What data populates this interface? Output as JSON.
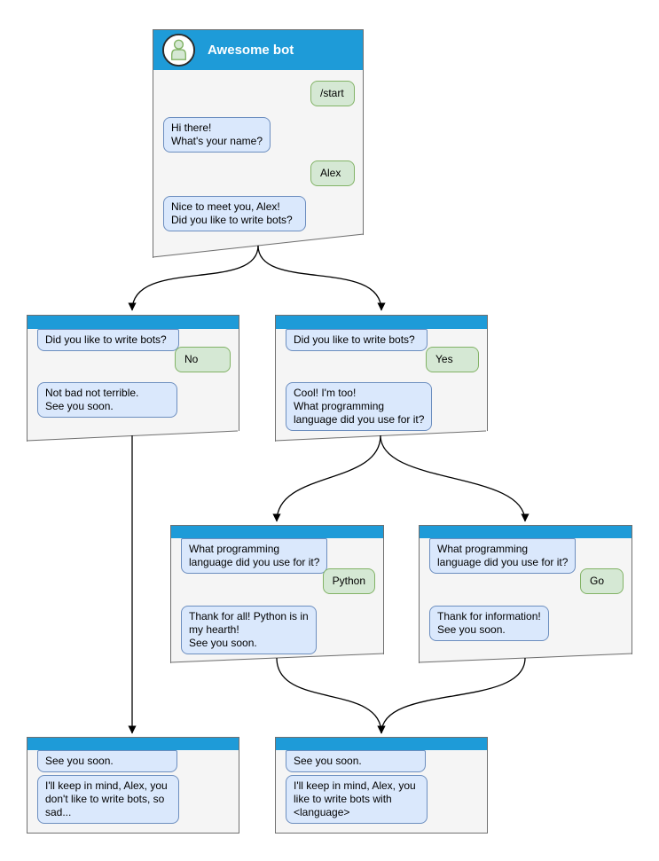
{
  "colors": {
    "header_blue": "#1e9bd8",
    "window_bg": "#f5f5f5",
    "window_border": "#707070",
    "bot_bubble_bg": "#dae8fc",
    "bot_bubble_border": "#6c8ebf",
    "user_bubble_bg": "#d5e8d4",
    "user_bubble_border": "#82b366",
    "arrow": "#000000"
  },
  "nodes": {
    "main": {
      "title": "Awesome bot",
      "avatar": "person-icon",
      "messages": [
        {
          "from": "user",
          "text": "/start"
        },
        {
          "from": "bot",
          "text": "Hi there!\nWhat's your name?"
        },
        {
          "from": "user",
          "text": "Alex"
        },
        {
          "from": "bot",
          "text": "Nice to meet you, Alex!\nDid you like to write bots?"
        }
      ]
    },
    "branch_no": {
      "messages": [
        {
          "from": "bot",
          "text": "Did you like to write bots?"
        },
        {
          "from": "user",
          "text": "No"
        },
        {
          "from": "bot",
          "text": "Not bad not terrible.\nSee you soon."
        }
      ]
    },
    "branch_yes": {
      "messages": [
        {
          "from": "bot",
          "text": "Did you like to write bots?"
        },
        {
          "from": "user",
          "text": "Yes"
        },
        {
          "from": "bot",
          "text": "Cool! I'm too!\nWhat programming\nlanguage did you use for it?"
        }
      ]
    },
    "branch_python": {
      "messages": [
        {
          "from": "bot",
          "text": "What programming\nlanguage did you use for it?"
        },
        {
          "from": "user",
          "text": "Python"
        },
        {
          "from": "bot",
          "text": "Thank for all! Python is in\nmy hearth!\nSee you soon."
        }
      ]
    },
    "branch_go": {
      "messages": [
        {
          "from": "bot",
          "text": "What programming\nlanguage did you use for it?"
        },
        {
          "from": "user",
          "text": "Go"
        },
        {
          "from": "bot",
          "text": "Thank for information!\nSee you soon."
        }
      ]
    },
    "end_no": {
      "messages": [
        {
          "from": "bot",
          "text": "See you soon."
        },
        {
          "from": "bot",
          "text": "I'll keep in mind, Alex, you\ndon't like to write bots, so\nsad..."
        }
      ]
    },
    "end_yes": {
      "messages": [
        {
          "from": "bot",
          "text": "See you soon."
        },
        {
          "from": "bot",
          "text": "I'll keep in mind, Alex, you\nlike to write bots with\n<language>"
        }
      ]
    }
  }
}
